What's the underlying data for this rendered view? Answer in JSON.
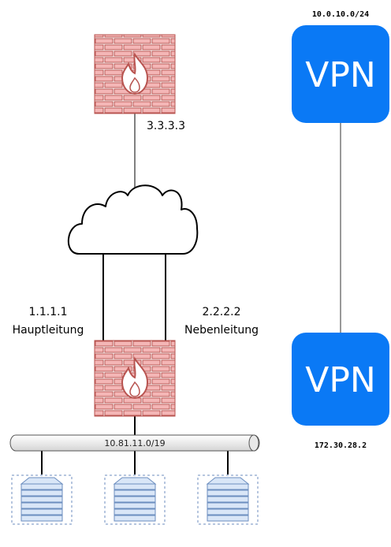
{
  "firewall_top": {
    "ip": "3.3.3.3"
  },
  "links": {
    "primary": {
      "ip": "1.1.1.1",
      "name": "Hauptleitung"
    },
    "secondary": {
      "ip": "2.2.2.2",
      "name": "Nebenleitung"
    }
  },
  "bus": {
    "subnet": "10.81.11.0/19"
  },
  "vpn_top": {
    "label": "VPN",
    "network": "10.0.10.0/24"
  },
  "vpn_bottom": {
    "label": "VPN",
    "address": "172.30.28.2"
  },
  "servers": [
    {},
    {},
    {}
  ],
  "colors": {
    "firewall_fill": "#f4b6b6",
    "firewall_stroke": "#b85450",
    "vpn_fill": "#0a79f5",
    "server_fill": "#d9e6f7",
    "server_stroke": "#6c8ebf"
  },
  "icons": [
    "firewall-icon",
    "cloud-icon",
    "vpn-icon",
    "server-icon"
  ]
}
